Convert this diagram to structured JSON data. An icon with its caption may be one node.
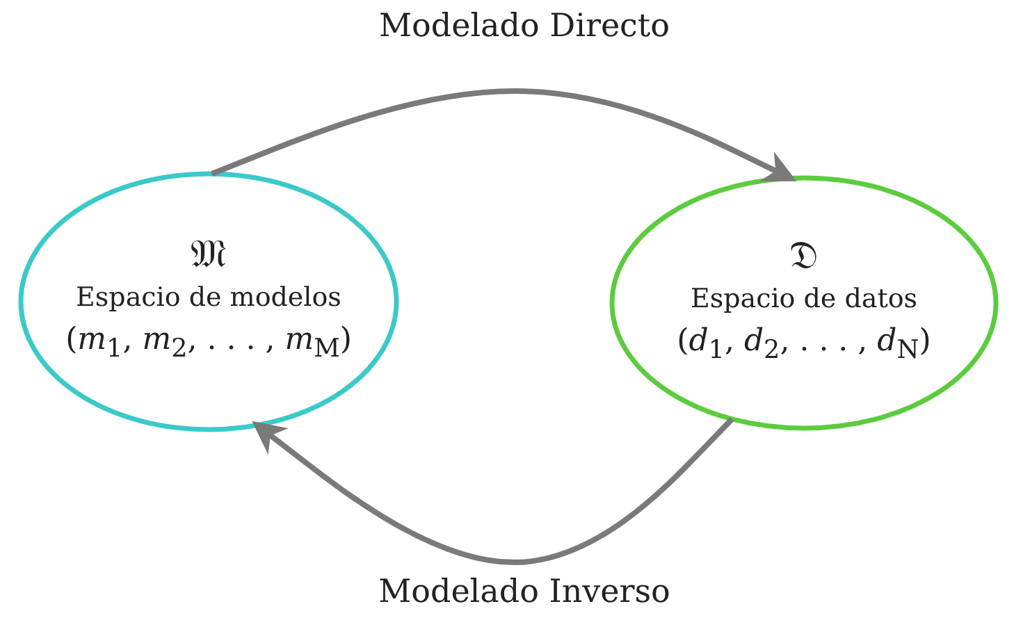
{
  "diagram": {
    "nodes": [
      {
        "text": [
          "𝔐",
          "Espacio de modelos",
          "(*m*$_{1}$, *m*$_{2}$, . . . , *m*$_{M}$)"
        ]
      },
      {
        "text": [
          "𝔇",
          "Espacio de datos",
          "(*d*$_{1}$, *d*$_{2}$, . . . , *d*$_{N}$)"
        ]
      }
    ],
    "edges": [
      {
        "from": 0,
        "to": 1,
        "arrow": "to",
        "label": "Modelado Directo"
      },
      {
        "from": 1,
        "to": 0,
        "arrow": "to",
        "label": "Modelado Inverso"
      }
    ]
  }
}
